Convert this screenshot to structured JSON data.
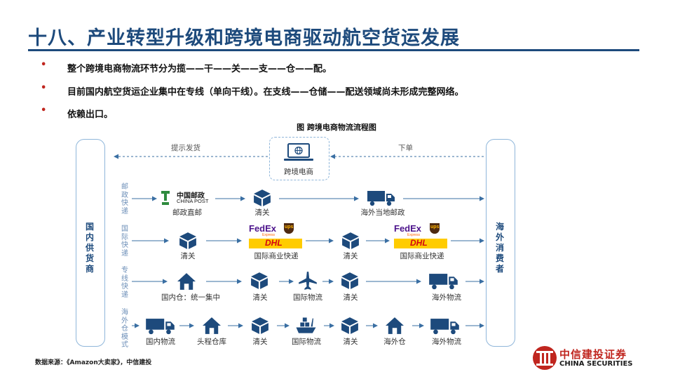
{
  "title": "十八、产业转型升级和跨境电商驱动航空货运发展",
  "bullets": [
    "整个跨境电商物流环节分为揽——干——关——支——仓——配。",
    "目前国内航空货运企业集中在专线（单向干线）。在支线——仓储——配送领域尚未形成完整网络。",
    "依赖出口。"
  ],
  "figure_caption": "图  跨境电商物流流程图",
  "diagram": {
    "left_column": "国内供货商",
    "right_column": "海外消费者",
    "center_node": "跨境电商",
    "top_left_label": "提示发货",
    "top_right_label": "下单",
    "rows": [
      {
        "label": "邮政快递",
        "nodes": [
          "邮政直邮",
          "清关",
          "海外当地邮政"
        ]
      },
      {
        "label": "国际快递",
        "nodes": [
          "清关",
          "国际商业快递",
          "清关",
          "国际商业快递"
        ]
      },
      {
        "label": "专线快递",
        "nodes": [
          "国内仓：统一集中",
          "清关",
          "国际物流",
          "清关",
          "海外物流"
        ]
      },
      {
        "label": "海外仓模式",
        "nodes": [
          "国内物流",
          "头程仓库",
          "清关",
          "国际物流",
          "清关",
          "海外仓",
          "海外物流"
        ]
      }
    ],
    "brands": {
      "china_post_cn": "中国邮政",
      "china_post_en": "CHINA POST",
      "fedex": "FedEx",
      "fedex_sub": "Express",
      "ups": "ups",
      "dhl": "DHL"
    }
  },
  "source": "数据来源：《Amazon大卖家》，中信建投",
  "logo": {
    "cn": "中信建投证券",
    "en": "CHINA SECURITIES"
  },
  "colors": {
    "title": "#1d4a7c",
    "accent_red": "#c0261f",
    "icon_blue": "#1d4a7c",
    "box_border": "#8fb6da",
    "arrow": "#3a6fa3"
  }
}
